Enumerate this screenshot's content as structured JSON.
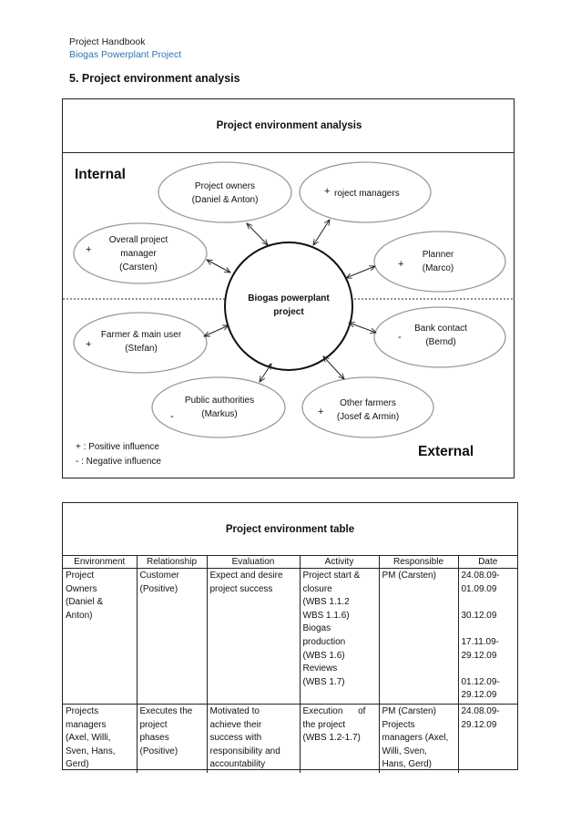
{
  "header": {
    "line1": "Project Handbook",
    "line2": "Biogas Powerplant Project",
    "section_title": "5. Project environment analysis",
    "link_color": "#2e75b6"
  },
  "diagram": {
    "title": "Project environment analysis",
    "internal_label": "Internal",
    "external_label": "External",
    "center": {
      "line1": "Biogas powerplant",
      "line2": "project"
    },
    "nodes": {
      "project_owners": {
        "line1": "Project owners",
        "line2": "(Daniel & Anton)",
        "sign": ""
      },
      "project_managers": {
        "line1": "roject managers",
        "sign": "+"
      },
      "overall_pm": {
        "line1": "Overall project",
        "line2": "manager",
        "line3": "(Carsten)",
        "sign": "+"
      },
      "planner": {
        "line1": "Planner",
        "line2": "(Marco)",
        "sign": "+"
      },
      "farmer": {
        "line1": "Farmer & main user",
        "line2": "(Stefan)",
        "sign": "+"
      },
      "bank": {
        "line1": "Bank contact",
        "line2": "(Bernd)",
        "sign": "-"
      },
      "authorities": {
        "line1": "Public authorities",
        "line2": "(Markus)",
        "sign": "-"
      },
      "other_farmers": {
        "line1": "Other farmers",
        "line2": "(Josef & Armin)",
        "sign": "+"
      }
    },
    "legend": {
      "positive": "+ : Positive influence",
      "negative": "-  : Negative influence"
    }
  },
  "table": {
    "title": "Project environment table",
    "columns": [
      "Environment",
      "Relationship",
      "Evaluation",
      "Activity",
      "Responsible",
      "Date"
    ],
    "rows": [
      {
        "environment": "Project\nOwners\n(Daniel &\nAnton)",
        "relationship": "Customer\n(Positive)",
        "evaluation": "Expect and desire\nproject success",
        "activity": "Project start &\nclosure\n(WBS 1.1.2\nWBS 1.1.6)\nBiogas\nproduction\n(WBS 1.6)\nReviews\n(WBS 1.7)",
        "responsible": "PM (Carsten)",
        "date": "24.08.09-\n01.09.09\n\n30.12.09\n\n17.11.09-\n29.12.09\n\n01.12.09-\n29.12.09"
      },
      {
        "environment": "Projects\nmanagers\n(Axel, Willi,\nSven, Hans,\nGerd)",
        "relationship": "Executes the\nproject\nphases\n(Positive)",
        "evaluation": "Motivated to\nachieve their\nsuccess with\nresponsibility and\naccountability",
        "activity": "Execution      of\nthe project\n(WBS 1.2-1.7)",
        "responsible": "PM (Carsten)\nProjects\nmanagers (Axel,\nWilli, Sven,\nHans, Gerd)",
        "date": "24.08.09-\n29.12.09"
      }
    ]
  }
}
